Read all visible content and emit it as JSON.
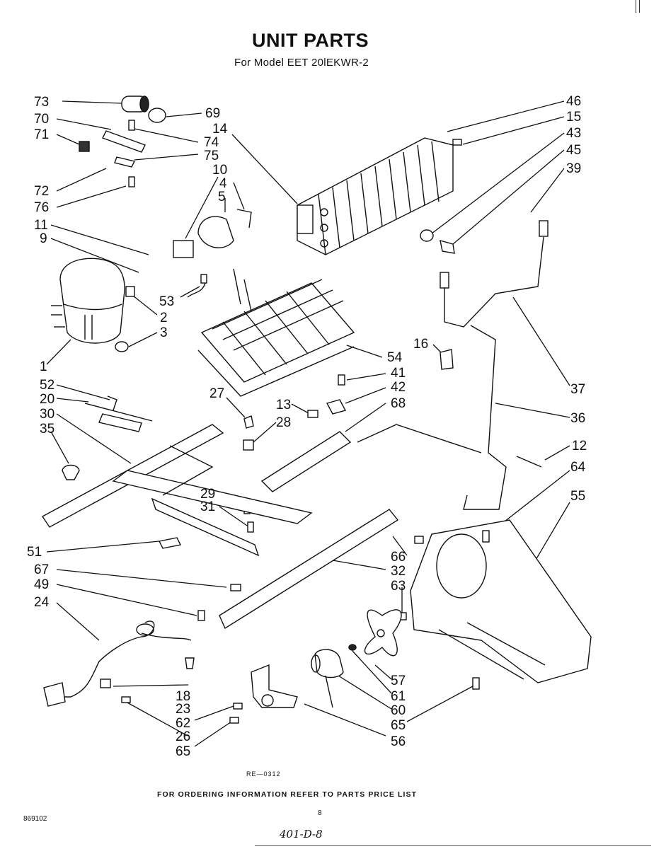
{
  "title": "UNIT PARTS",
  "subtitle": "For Model EET 20lEKWR-2",
  "reference_code": "RE—0312",
  "ordering_note": "FOR ORDERING INFORMATION REFER TO PARTS PRICE LIST",
  "page_number": "8",
  "document_number": "869102",
  "handwritten_note": "401-D-8",
  "labels": {
    "l73": "73",
    "l70": "70",
    "l71": "71",
    "l72": "72",
    "l76": "76",
    "l11": "11",
    "l9": "9",
    "l1": "1",
    "l52": "52",
    "l20": "20",
    "l30": "30",
    "l35": "35",
    "l51": "51",
    "l67": "67",
    "l49": "49",
    "l24": "24",
    "l69": "69",
    "l14": "14",
    "l74": "74",
    "l75": "75",
    "l10": "10",
    "l4": "4",
    "l5": "5",
    "l53": "53",
    "l2": "2",
    "l3": "3",
    "l27": "27",
    "l13": "13",
    "l28": "28",
    "l29": "29",
    "l31": "31",
    "l18": "18",
    "l23": "23",
    "l62": "62",
    "l26": "26",
    "l65a": "65",
    "l46": "46",
    "l15": "15",
    "l43": "43",
    "l45": "45",
    "l39": "39",
    "l16": "16",
    "l54": "54",
    "l41": "41",
    "l42": "42",
    "l68": "68",
    "l37": "37",
    "l36": "36",
    "l12": "12",
    "l64": "64",
    "l55": "55",
    "l66": "66",
    "l32": "32",
    "l63": "63",
    "l57": "57",
    "l61": "61",
    "l60": "60",
    "l65b": "65",
    "l56": "56"
  }
}
